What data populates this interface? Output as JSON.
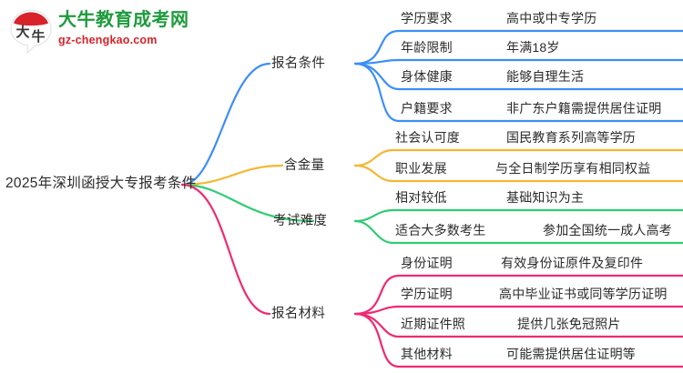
{
  "logo": {
    "mark_text": "大牛",
    "title": "大牛教育成考网",
    "subtitle": "gz-chengkao.com",
    "title_color": "#1e9b3c",
    "subtitle_color": "#d8232a",
    "mark_color": "#d8232a"
  },
  "mindmap": {
    "root": {
      "label": "2025年深圳函授大专报考条件"
    },
    "colors": {
      "branch_1": "#3d8ef7",
      "branch_2": "#f5b731",
      "branch_3": "#2ecc71",
      "branch_4": "#ef2a72"
    },
    "branches": [
      {
        "label": "报名条件",
        "color": "#3d8ef7",
        "children": [
          {
            "label": "学历要求",
            "detail": "高中或中专学历"
          },
          {
            "label": "年龄限制",
            "detail": "年满18岁"
          },
          {
            "label": "身体健康",
            "detail": "能够自理生活"
          },
          {
            "label": "户籍要求",
            "detail": "非广东户籍需提供居住证明"
          }
        ]
      },
      {
        "label": "含金量",
        "color": "#f5b731",
        "children": [
          {
            "label": "社会认可度",
            "detail": "国民教育系列高等学历"
          },
          {
            "label": "职业发展",
            "detail": "与全日制学历享有相同权益"
          }
        ]
      },
      {
        "label": "考试难度",
        "color": "#2ecc71",
        "children": [
          {
            "label": "相对较低",
            "detail": "基础知识为主"
          },
          {
            "label": "适合大多数考生",
            "detail": "参加全国统一成人高考"
          }
        ]
      },
      {
        "label": "报名材料",
        "color": "#ef2a72",
        "children": [
          {
            "label": "身份证明",
            "detail": "有效身份证原件及复印件"
          },
          {
            "label": "学历证明",
            "detail": "高中毕业证书或同等学历证明"
          },
          {
            "label": "近期证件照",
            "detail": "提供几张免冠照片"
          },
          {
            "label": "其他材料",
            "detail": "可能需提供居住证明等"
          }
        ]
      }
    ]
  }
}
